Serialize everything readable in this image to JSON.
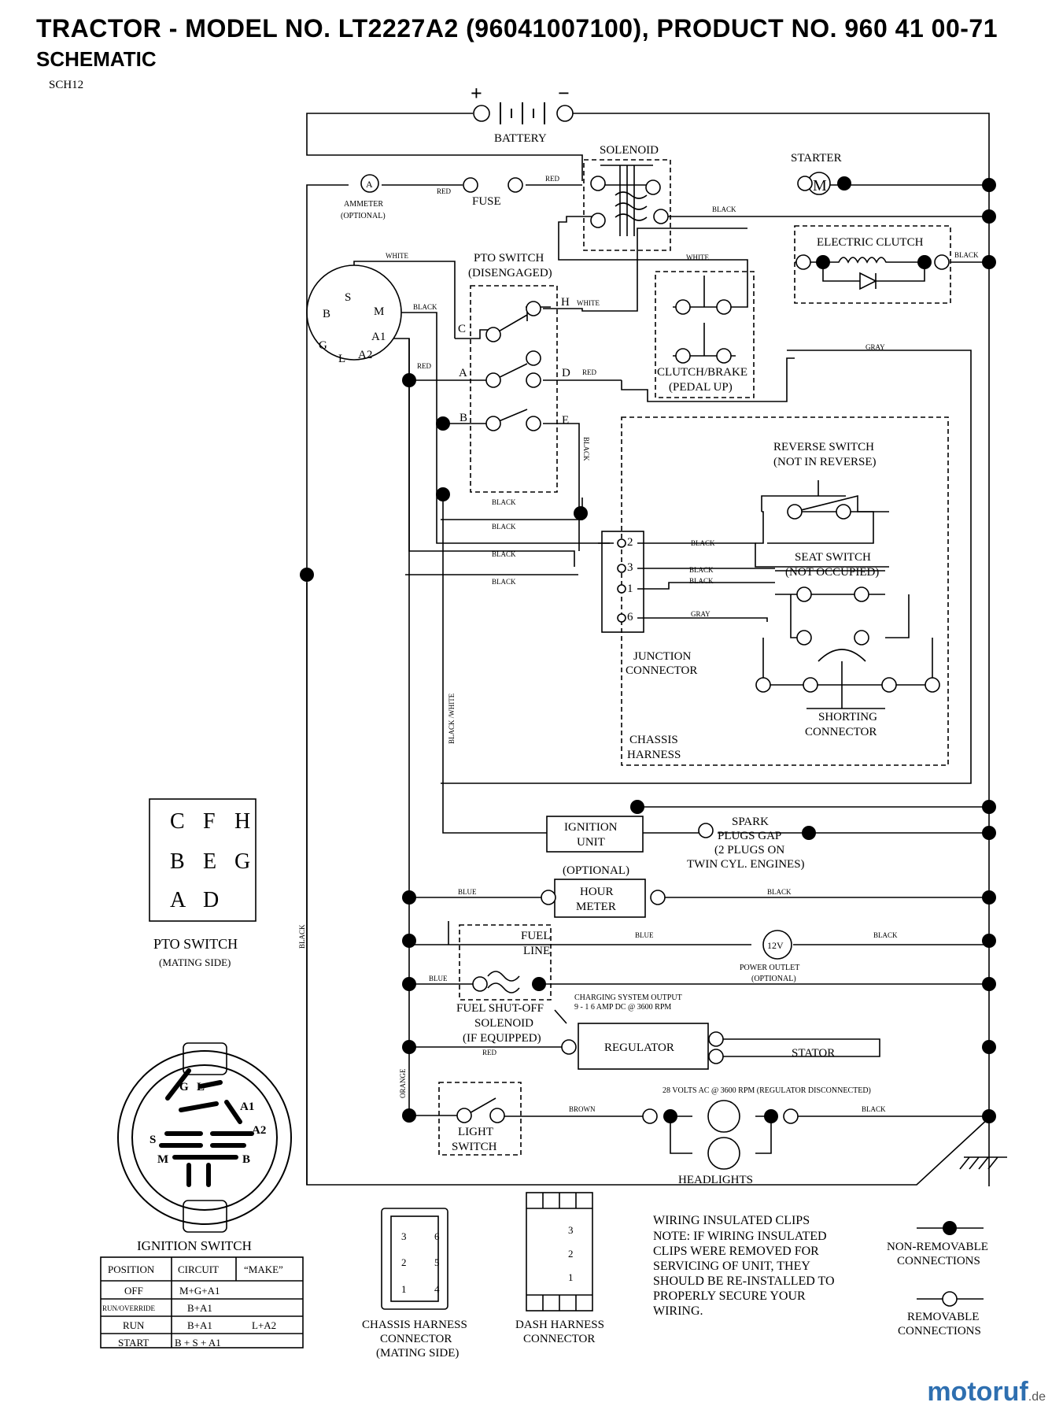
{
  "header": {
    "title": "TRACTOR - MODEL NO. LT2227A2 (96041007100), PRODUCT NO. 960 41 00-71",
    "subtitle": "SCHEMATIC",
    "code": "SCH12"
  },
  "components": {
    "battery": "BATTERY",
    "battery_plus": "+",
    "battery_minus": "−",
    "solenoid": "SOLENOID",
    "starter": "STARTER",
    "starter_symbol": "M",
    "ammeter": "AMMETER",
    "ammeter_optional": "(OPTIONAL)",
    "ammeter_symbol": "A",
    "fuse": "FUSE",
    "electric_clutch": "ELECTRIC CLUTCH",
    "pto_switch_line1": "PTO SWITCH",
    "pto_switch_line2": "(DISENGAGED)",
    "clutch_brake_line1": "CLUTCH/BRAKE",
    "clutch_brake_line2": "(PEDAL UP)",
    "reverse_switch_line1": "REVERSE SWITCH",
    "reverse_switch_line2": "(NOT IN REVERSE)",
    "seat_switch_line1": "SEAT SWITCH",
    "seat_switch_line2": "(NOT OCCUPIED)",
    "junction_line1": "JUNCTION",
    "junction_line2": "CONNECTOR",
    "shorting_line1": "SHORTING",
    "shorting_line2": "CONNECTOR",
    "chassis_line1": "CHASSIS",
    "chassis_line2": "HARNESS",
    "ignition_unit_line1": "IGNITION",
    "ignition_unit_line2": "UNIT",
    "spark_line1": "SPARK",
    "spark_line2": "PLUGS GAP",
    "spark_line3": "(2 PLUGS ON",
    "spark_line4": "TWIN CYL. ENGINES)",
    "hour_meter_optional": "(OPTIONAL)",
    "hour_meter_line1": "HOUR",
    "hour_meter_line2": "METER",
    "fuel_line1": "FUEL",
    "fuel_line2": "LINE",
    "power_outlet_symbol": "12V",
    "power_outlet_line1": "POWER OUTLET",
    "power_outlet_line2": "(OPTIONAL)",
    "charging_line1": "CHARGING SYSTEM OUTPUT",
    "charging_line2": "9 - 1 6 AMP DC @ 3600 RPM",
    "fuel_shutoff_line1": "FUEL SHUT-OFF",
    "fuel_shutoff_line2": "SOLENOID",
    "fuel_shutoff_line3": "(IF EQUIPPED)",
    "regulator": "REGULATOR",
    "stator": "STATOR",
    "ac_note": "28 VOLTS AC @ 3600 RPM (REGULATOR DISCONNECTED)",
    "light_switch_line1": "LIGHT",
    "light_switch_line2": "SWITCH",
    "headlights": "HEADLIGHTS"
  },
  "terminals": {
    "ign": [
      "S",
      "M",
      "B",
      "A1",
      "G",
      "L",
      "A2"
    ],
    "pto": [
      "C",
      "H",
      "A",
      "D",
      "B",
      "E"
    ],
    "junction": [
      "2",
      "3",
      "1",
      "6"
    ]
  },
  "wires": {
    "red": "RED",
    "black": "BLACK",
    "white": "WHITE",
    "gray": "GRAY",
    "blue": "BLUE",
    "orange": "ORANGE",
    "brown": "BROWN",
    "black_white": "BLACK /WHITE"
  },
  "pto_mating": {
    "letters": [
      "C",
      "F",
      "H",
      "B",
      "E",
      "G",
      "A",
      "D"
    ],
    "label_line1": "PTO SWITCH",
    "label_line2": "(MATING SIDE)"
  },
  "ignition_switch": {
    "label": "IGNITION SWITCH",
    "terminals": [
      "G",
      "L",
      "A1",
      "S",
      "A2",
      "M",
      "B"
    ],
    "table_headers": [
      "POSITION",
      "CIRCUIT",
      "“MAKE”"
    ],
    "rows": [
      [
        "OFF",
        "M+G+A1",
        ""
      ],
      [
        "RUN/OVERRIDE",
        "B+A1",
        ""
      ],
      [
        "RUN",
        "B+A1",
        "L+A2"
      ],
      [
        "START",
        "B + S + A1",
        ""
      ]
    ]
  },
  "connectors": {
    "chassis_pins": [
      "3",
      "6",
      "2",
      "5",
      "1",
      "4"
    ],
    "chassis_line1": "CHASSIS HARNESS",
    "chassis_line2": "CONNECTOR",
    "chassis_line3": "(MATING SIDE)",
    "dash_pins": [
      "3",
      "2",
      "1"
    ],
    "dash_line1": "DASH HARNESS",
    "dash_line2": "CONNECTOR"
  },
  "notes": {
    "lines": [
      "WIRING INSULATED CLIPS",
      "NOTE:  IF WIRING INSULATED",
      "CLIPS WERE REMOVED FOR",
      "SERVICING OF UNIT, THEY",
      "SHOULD BE RE-INSTALLED TO",
      "PROPERLY SECURE YOUR",
      "WIRING."
    ]
  },
  "legend": {
    "non_removable_line1": "NON-REMOVABLE",
    "non_removable_line2": "CONNECTIONS",
    "removable_line1": "REMOVABLE",
    "removable_line2": "CONNECTIONS"
  },
  "brand": {
    "name": "motoruf",
    "tld": ".de"
  }
}
